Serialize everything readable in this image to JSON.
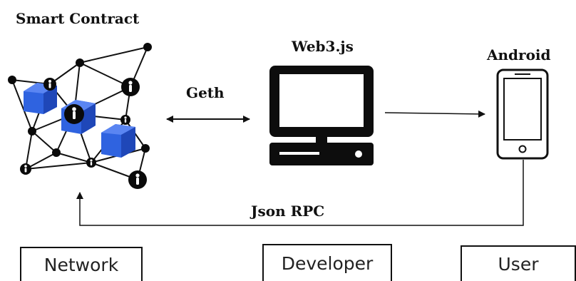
{
  "labels": {
    "smart_contract": "Smart Contract",
    "geth": "Geth",
    "web3": "Web3.js",
    "android": "Android",
    "json_rpc": "Json RPC"
  },
  "boxes": {
    "network": "Network",
    "developer": "Developer",
    "user": "User"
  },
  "colors": {
    "cube": "#2f63e0",
    "cube_top": "#4f7ef0",
    "cube_side": "#1f47b8",
    "node": "#0a0a0a",
    "line": "#111111"
  }
}
